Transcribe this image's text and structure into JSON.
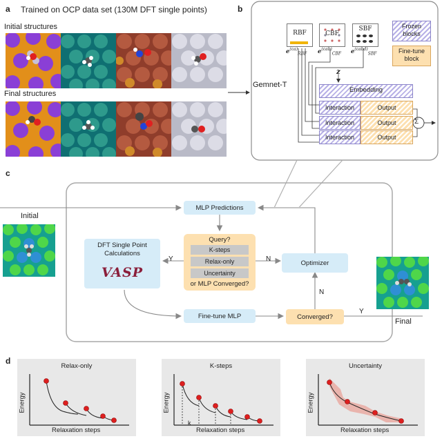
{
  "panel_a": {
    "letter": "a",
    "title": "Trained on OCP data set (130M DFT single points)",
    "initial_label": "Initial structures",
    "final_label": "Final structures"
  },
  "panel_b": {
    "letter": "b",
    "rbf": "RBF",
    "cbf": "CBF",
    "sbf": "SBF",
    "e_rbf": "e",
    "e_rbf_sup": "(ca)",
    "e_rbf_sub": "RBF",
    "e_cbf": "e",
    "e_cbf_sup": "(cab)",
    "e_cbf_sub": "CBF",
    "e_sbf": "e",
    "e_sbf_sup": "(cabd)",
    "e_sbf_sub": "SBF",
    "z_label": "z",
    "embedding": "Embedding",
    "interaction": "Interaction",
    "output": "Output",
    "sum": "Σ",
    "legend_frozen": "Frozen blocks",
    "legend_finetune": "Fine-tune block",
    "model_name": "Gemnet-T"
  },
  "panel_c": {
    "letter": "c",
    "initial": "Initial",
    "final": "Final",
    "mlp_predictions": "MLP Predictions",
    "query_title": "Query?",
    "query_options": [
      "K-steps",
      "Relax-only",
      "Uncertainty"
    ],
    "query_footer": "or MLP Converged?",
    "dft_label": "DFT Single Point Calculations",
    "vasp": "VASP",
    "optimizer": "Optimizer",
    "finetune": "Fine-tune MLP",
    "converged": "Converged?",
    "edge_y1": "Y",
    "edge_n1": "N",
    "edge_n2": "N",
    "edge_y2": "Y"
  },
  "panel_d": {
    "letter": "d",
    "plots": [
      {
        "title": "Relax-only",
        "xlabel": "Relaxation steps",
        "ylabel": "Energy"
      },
      {
        "title": "K-steps",
        "xlabel": "Relaxation steps",
        "ylabel": "Energy",
        "k_label": "k"
      },
      {
        "title": "Uncertainty",
        "xlabel": "Relaxation steps",
        "ylabel": "Energy"
      }
    ]
  },
  "colors": {
    "light_blue": "#d6ecf8",
    "light_orange": "#fde0b0",
    "point_red": "#dd1f1f",
    "panel_gray": "#e8e8e8"
  }
}
